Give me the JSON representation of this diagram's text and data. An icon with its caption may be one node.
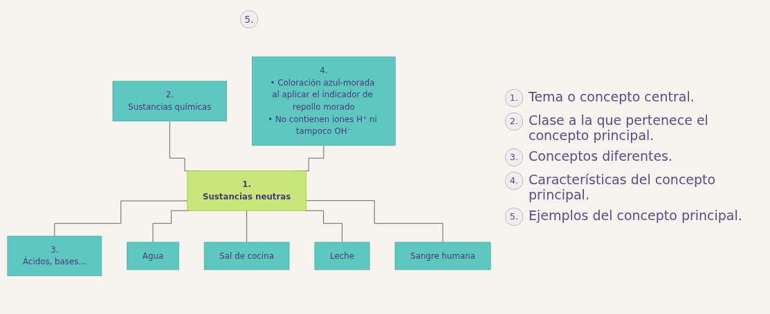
{
  "diagram": {
    "nodes": [
      {
        "text": [
          "2.",
          "Sustancias químicas"
        ]
      },
      {
        "text": [
          "1.",
          "Sustancias neutras"
        ]
      },
      {
        "text": [
          "4.",
          "• Coloración azul-morada al aplicar el indicador de repollo morado",
          "• No contienen iones H⁺ ni tampoco OH⁻"
        ]
      },
      {
        "text": [
          "3.",
          "Ácidos, bases..."
        ]
      },
      {
        "text": [
          "Agua"
        ]
      },
      {
        "text": [
          "Sal de cocina"
        ]
      },
      {
        "text": [
          "Leche"
        ]
      },
      {
        "text": [
          "Sangre humana"
        ]
      }
    ],
    "edges": [
      {
        "from": 0,
        "to": 1,
        "arrow": "none"
      },
      {
        "from": 2,
        "to": 1,
        "arrow": "none"
      },
      {
        "from": 1,
        "to": 3,
        "arrow": "none"
      },
      {
        "from": 1,
        "to": 4,
        "arrow": "none"
      },
      {
        "from": 1,
        "to": 5,
        "arrow": "none"
      },
      {
        "from": 1,
        "to": 6,
        "arrow": "none"
      },
      {
        "from": 1,
        "to": 7,
        "arrow": "none"
      }
    ],
    "labels": [
      "5.",
      "1.",
      "Tema o concepto central.",
      "2.",
      "Clase a la que pertenece el concepto principal.",
      "3.",
      "Conceptos diferentes.",
      "4.",
      "Características del concepto principal.",
      "5.",
      "Ejemplos del concepto principal."
    ]
  }
}
